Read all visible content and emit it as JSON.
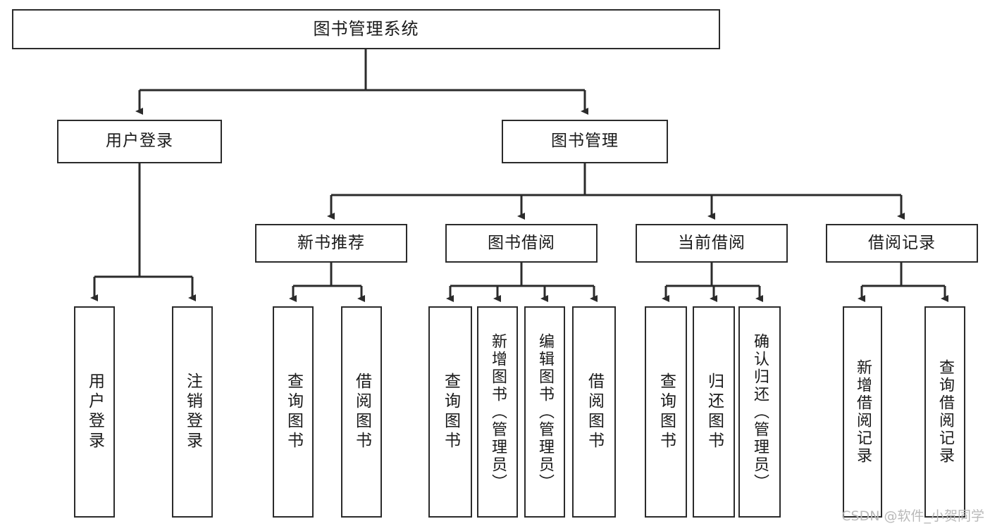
{
  "diagram": {
    "type": "tree",
    "title": "图书管理系统",
    "orientation": "top-down",
    "nodes": {
      "root": {
        "label": "图书管理系统"
      },
      "level2": [
        {
          "id": "user-login",
          "label": "用户登录"
        },
        {
          "id": "book-manage",
          "label": "图书管理"
        }
      ],
      "level3": [
        {
          "id": "new-book-recommend",
          "label": "新书推荐",
          "parent": "book-manage"
        },
        {
          "id": "book-borrow",
          "label": "图书借阅",
          "parent": "book-manage"
        },
        {
          "id": "current-borrow",
          "label": "当前借阅",
          "parent": "book-manage"
        },
        {
          "id": "borrow-record",
          "label": "借阅记录",
          "parent": "book-manage"
        }
      ],
      "leaves": [
        {
          "id": "leaf-user-login",
          "label": "用户登录",
          "parent": "user-login"
        },
        {
          "id": "leaf-logout",
          "label": "注销登录",
          "parent": "user-login"
        },
        {
          "id": "leaf-query-book-1",
          "label": "查询图书",
          "parent": "new-book-recommend"
        },
        {
          "id": "leaf-borrow-book-1",
          "label": "借阅图书",
          "parent": "new-book-recommend"
        },
        {
          "id": "leaf-query-book-2",
          "label": "查询图书",
          "parent": "book-borrow"
        },
        {
          "id": "leaf-add-book",
          "label": "新增图书（管理员）",
          "parent": "book-borrow"
        },
        {
          "id": "leaf-edit-book",
          "label": "编辑图书（管理员）",
          "parent": "book-borrow"
        },
        {
          "id": "leaf-borrow-book-2",
          "label": "借阅图书",
          "parent": "book-borrow"
        },
        {
          "id": "leaf-query-book-3",
          "label": "查询图书",
          "parent": "current-borrow"
        },
        {
          "id": "leaf-return-book",
          "label": "归还图书",
          "parent": "current-borrow"
        },
        {
          "id": "leaf-confirm-return",
          "label": "确认归还（管理员）",
          "parent": "current-borrow"
        },
        {
          "id": "leaf-add-record",
          "label": "新增借阅记录",
          "parent": "borrow-record"
        },
        {
          "id": "leaf-query-record",
          "label": "查询借阅记录",
          "parent": "borrow-record"
        }
      ]
    },
    "colors": {
      "stroke": "#2b2b2b",
      "fill": "#ffffff",
      "text": "#1a1a1a",
      "watermark": "#b9b9b9"
    }
  },
  "watermark": {
    "text": "CSDN @软件_小贺同学"
  }
}
